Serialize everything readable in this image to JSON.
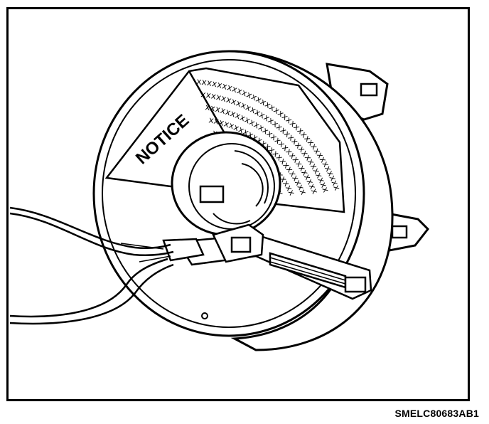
{
  "figure": {
    "notice_text": "NOTICE",
    "code": "SMELC80683AB1",
    "x_rows": [
      "xxxxxxxxxxxxxxxxxxxxxxxxxxxxxxxxxxxxxxxx",
      "xxxxxxxxxxxxxxxxxxxxxxxxxxxxxxxxxxxxxxx",
      "xxxxxxxxxxxxxxxxxxxxxxxxxxxxxxxxxxxxxx",
      "xxxxxxxxxxxxxxxxxxxxxxxxxxxxxxxxxxxxx",
      "xxxxxxxxxxxxxxxxxxxxxxxxxxxxxxxxxxxx",
      "xxxxxxxxxxxxxxxxxxxxxxxxxxxxxxxxxxx"
    ]
  },
  "colors": {
    "ink": "#000000",
    "paper": "#ffffff"
  }
}
